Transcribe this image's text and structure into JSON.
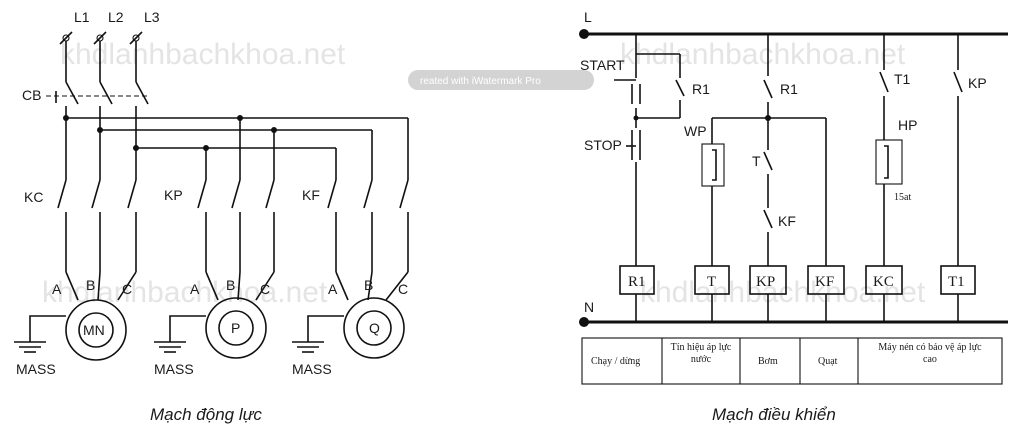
{
  "watermark": {
    "site_text": "khdlanhbachkhoa.net",
    "tag_text": "reated with iWatermark Pro"
  },
  "power": {
    "phase_labels": [
      "L1",
      "L2",
      "L3"
    ],
    "breaker_label": "CB",
    "contactor_labels": [
      "KC",
      "KP",
      "KF"
    ],
    "terminal_labels": [
      "A",
      "B",
      "C"
    ],
    "motor_labels": [
      "MN",
      "P",
      "Q"
    ],
    "ground_label": "MASS",
    "caption": "Mạch động lực"
  },
  "control": {
    "rail_top": "L",
    "rail_bottom": "N",
    "start_label": "START",
    "stop_label": "STOP",
    "contact_labels": {
      "r1_a": "R1",
      "r1_b": "R1",
      "t1": "T1",
      "kp": "KP",
      "wp": "WP",
      "t": "T",
      "kf": "KF",
      "hp": "HP",
      "hp_rating": "15at"
    },
    "coils": [
      "R1",
      "T",
      "KP",
      "KF",
      "KC",
      "T1"
    ],
    "table": [
      "Chạy / dừng",
      "Tín hiệu áp lực nước",
      "Bơm",
      "Quạt",
      "Máy nén có bảo vệ áp lực cao"
    ],
    "caption": "Mạch điều khiển"
  }
}
